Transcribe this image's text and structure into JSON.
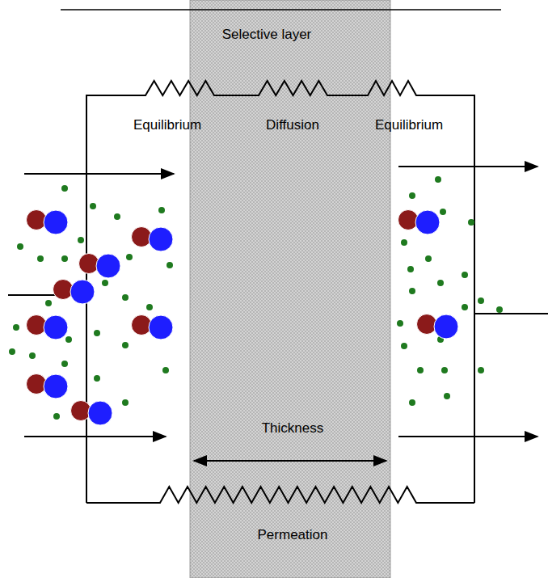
{
  "diagram": {
    "nodes": [
      {
        "text": [
          "Selective layer",
          "Diffusion",
          "Thickness",
          "Permeation"
        ]
      }
    ],
    "labels": [
      "Equilibrium",
      "Equilibrium"
    ]
  }
}
